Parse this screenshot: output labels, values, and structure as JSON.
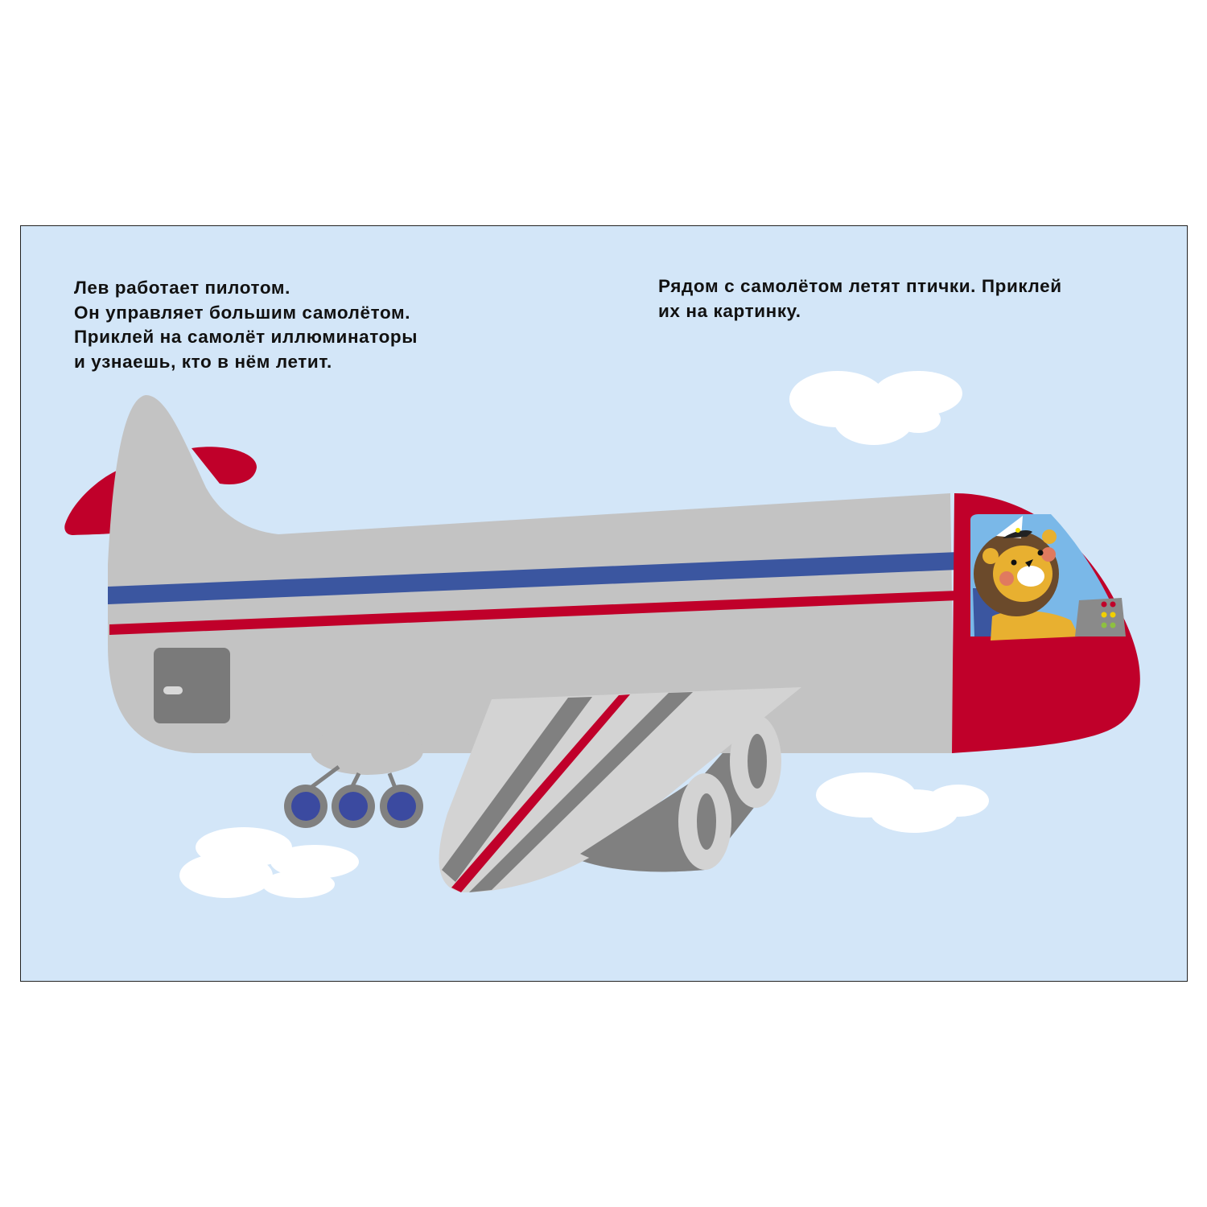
{
  "left_text": {
    "lines": [
      "Лев работает пилотом.",
      "Он управляет большим самолётом.",
      "Приклей на самолёт иллюминаторы",
      "и узнаешь, кто в нём летит."
    ]
  },
  "right_text": {
    "lines": [
      "Рядом с самолётом летят птички. Приклей",
      "их на картинку."
    ]
  },
  "colors": {
    "sky": "#d3e6f8",
    "fuselage": "#c3c3c3",
    "red": "#c0002a",
    "blue_stripe": "#3b56a0",
    "window": "#7ab8e8"
  }
}
